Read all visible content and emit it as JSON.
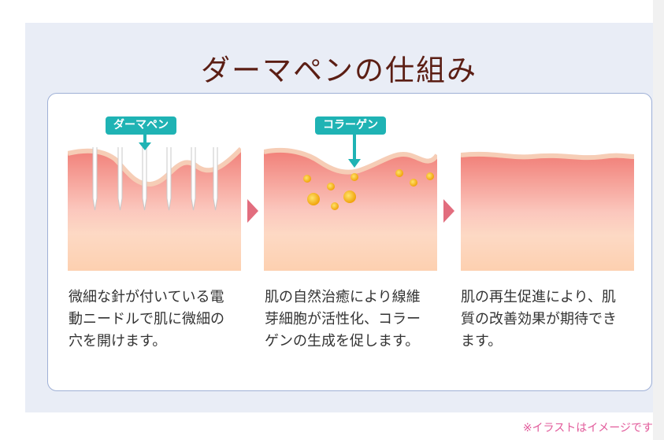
{
  "title": "ダーマペンの仕組み",
  "steps": [
    {
      "tag": "ダーマペン",
      "text": "微細な針が付いている電動ニードルで肌に微細の穴を開けます。"
    },
    {
      "tag": "コラーゲン",
      "text": "肌の自然治癒により線維芽細胞が活性化、コラーゲンの生成を促します。"
    },
    {
      "text": "肌の再生促進により、肌質の改善効果が期待できます。"
    }
  ],
  "note": "※イラストはイメージです",
  "colors": {
    "title": "#5b1e14",
    "panel_bg": "#e9edf6",
    "card_border": "#9fb0d6",
    "tag_bg": "#1fb3b4",
    "arrow": "#e26d7e",
    "note": "#e25b9b",
    "skin_top": "#f17f78",
    "skin_bottom": "#fdd4b6"
  }
}
